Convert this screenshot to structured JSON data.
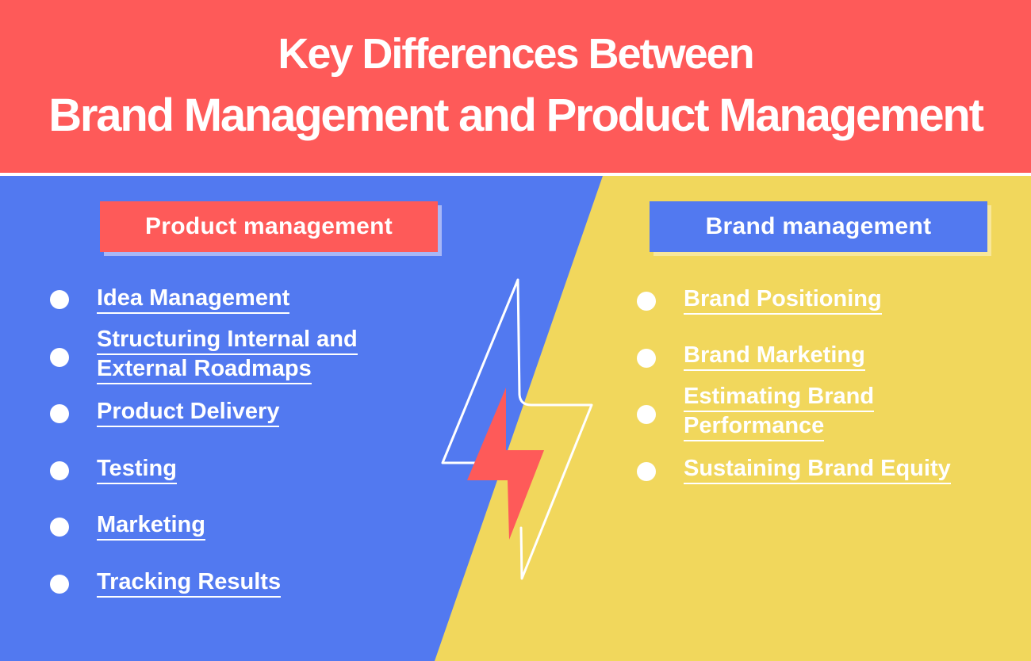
{
  "header": {
    "title_line1": "Key Differences Between",
    "title_line2": "Brand Management and Product Management"
  },
  "colors": {
    "red": "#fe5a59",
    "blue": "#5279f0",
    "yellow": "#f1d75c",
    "white": "#ffffff"
  },
  "product": {
    "heading": "Product management",
    "items": [
      {
        "line1": "Idea Management"
      },
      {
        "line1": "Structuring Internal and",
        "line2": "External Roadmaps"
      },
      {
        "line1": "Product Delivery"
      },
      {
        "line1": "Testing"
      },
      {
        "line1": "Marketing"
      },
      {
        "line1": "Tracking Results"
      }
    ]
  },
  "brand": {
    "heading": "Brand management",
    "items": [
      {
        "line1": "Brand Positioning"
      },
      {
        "line1": "Brand Marketing"
      },
      {
        "line1": "Estimating Brand",
        "line2": "Performance"
      },
      {
        "line1": "Sustaining Brand Equity"
      }
    ]
  },
  "icons": {
    "center": "lightning-bolt-icon"
  }
}
